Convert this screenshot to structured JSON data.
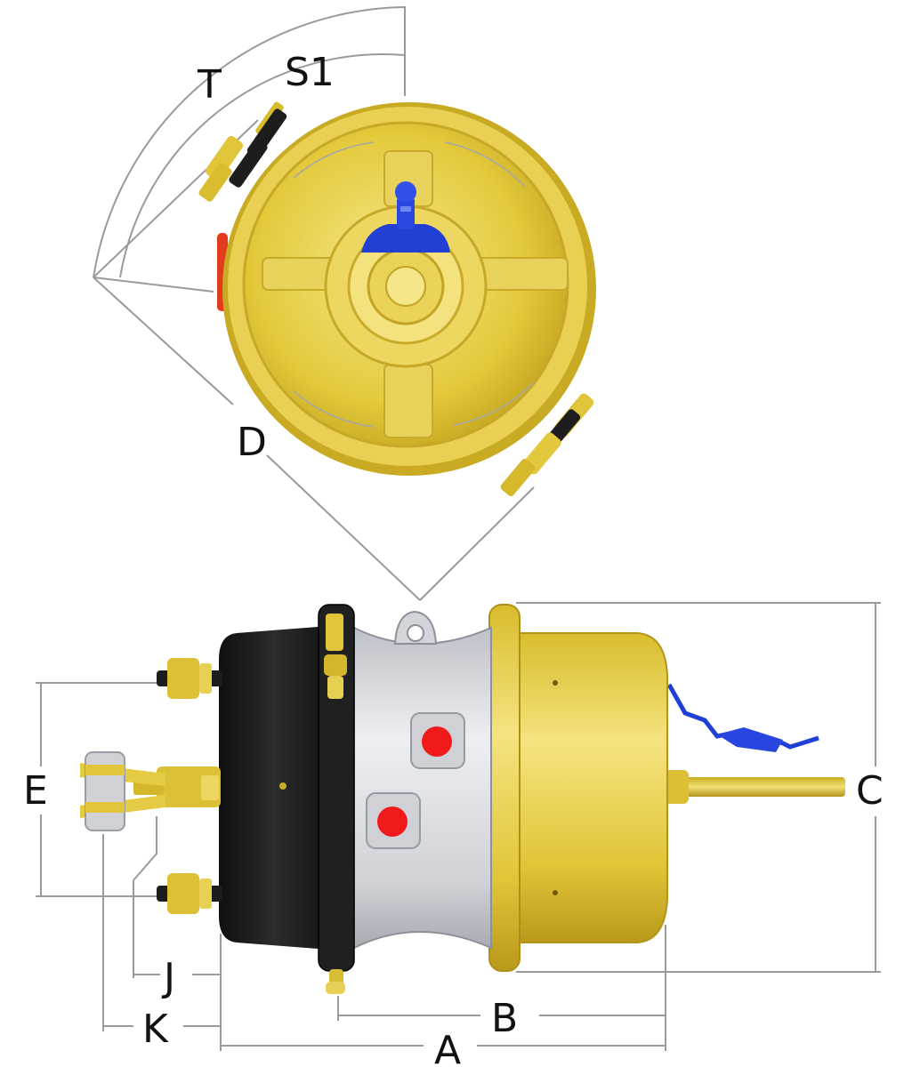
{
  "labels": {
    "T": "T",
    "S1": "S1",
    "D": "D",
    "E": "E",
    "C": "C",
    "J": "J",
    "K": "K",
    "B": "B",
    "A": "A"
  },
  "colors": {
    "yellow": "#e6cc3c",
    "yellow_light": "#f4e27a",
    "yellow_dark": "#b89a16",
    "black_housing": "#1c1c1c",
    "silver": "#d4d6dc",
    "red_port": "#f01a1a",
    "blue_part": "#1f3fd6"
  }
}
